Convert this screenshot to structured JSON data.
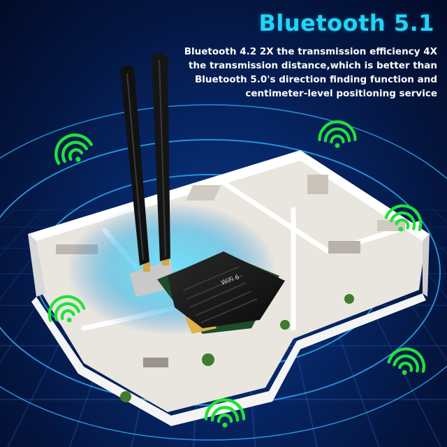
{
  "title": "Bluetooth 5.1",
  "description_lines": [
    "Bluetooth 4.2 2X the transmission efficiency 4X",
    "the transmission distance,which is better than",
    "Bluetooth 5.0's direction finding function and",
    "centimeter-level positioning service"
  ],
  "card_label": "WiFi 6",
  "colors": {
    "title": "#22d3f5",
    "text": "#ffffff",
    "wifi_signal": "#22e03a",
    "ring": "#2fb7ff",
    "background": "#062461"
  },
  "icons": [
    "wifi-signal-icon"
  ]
}
